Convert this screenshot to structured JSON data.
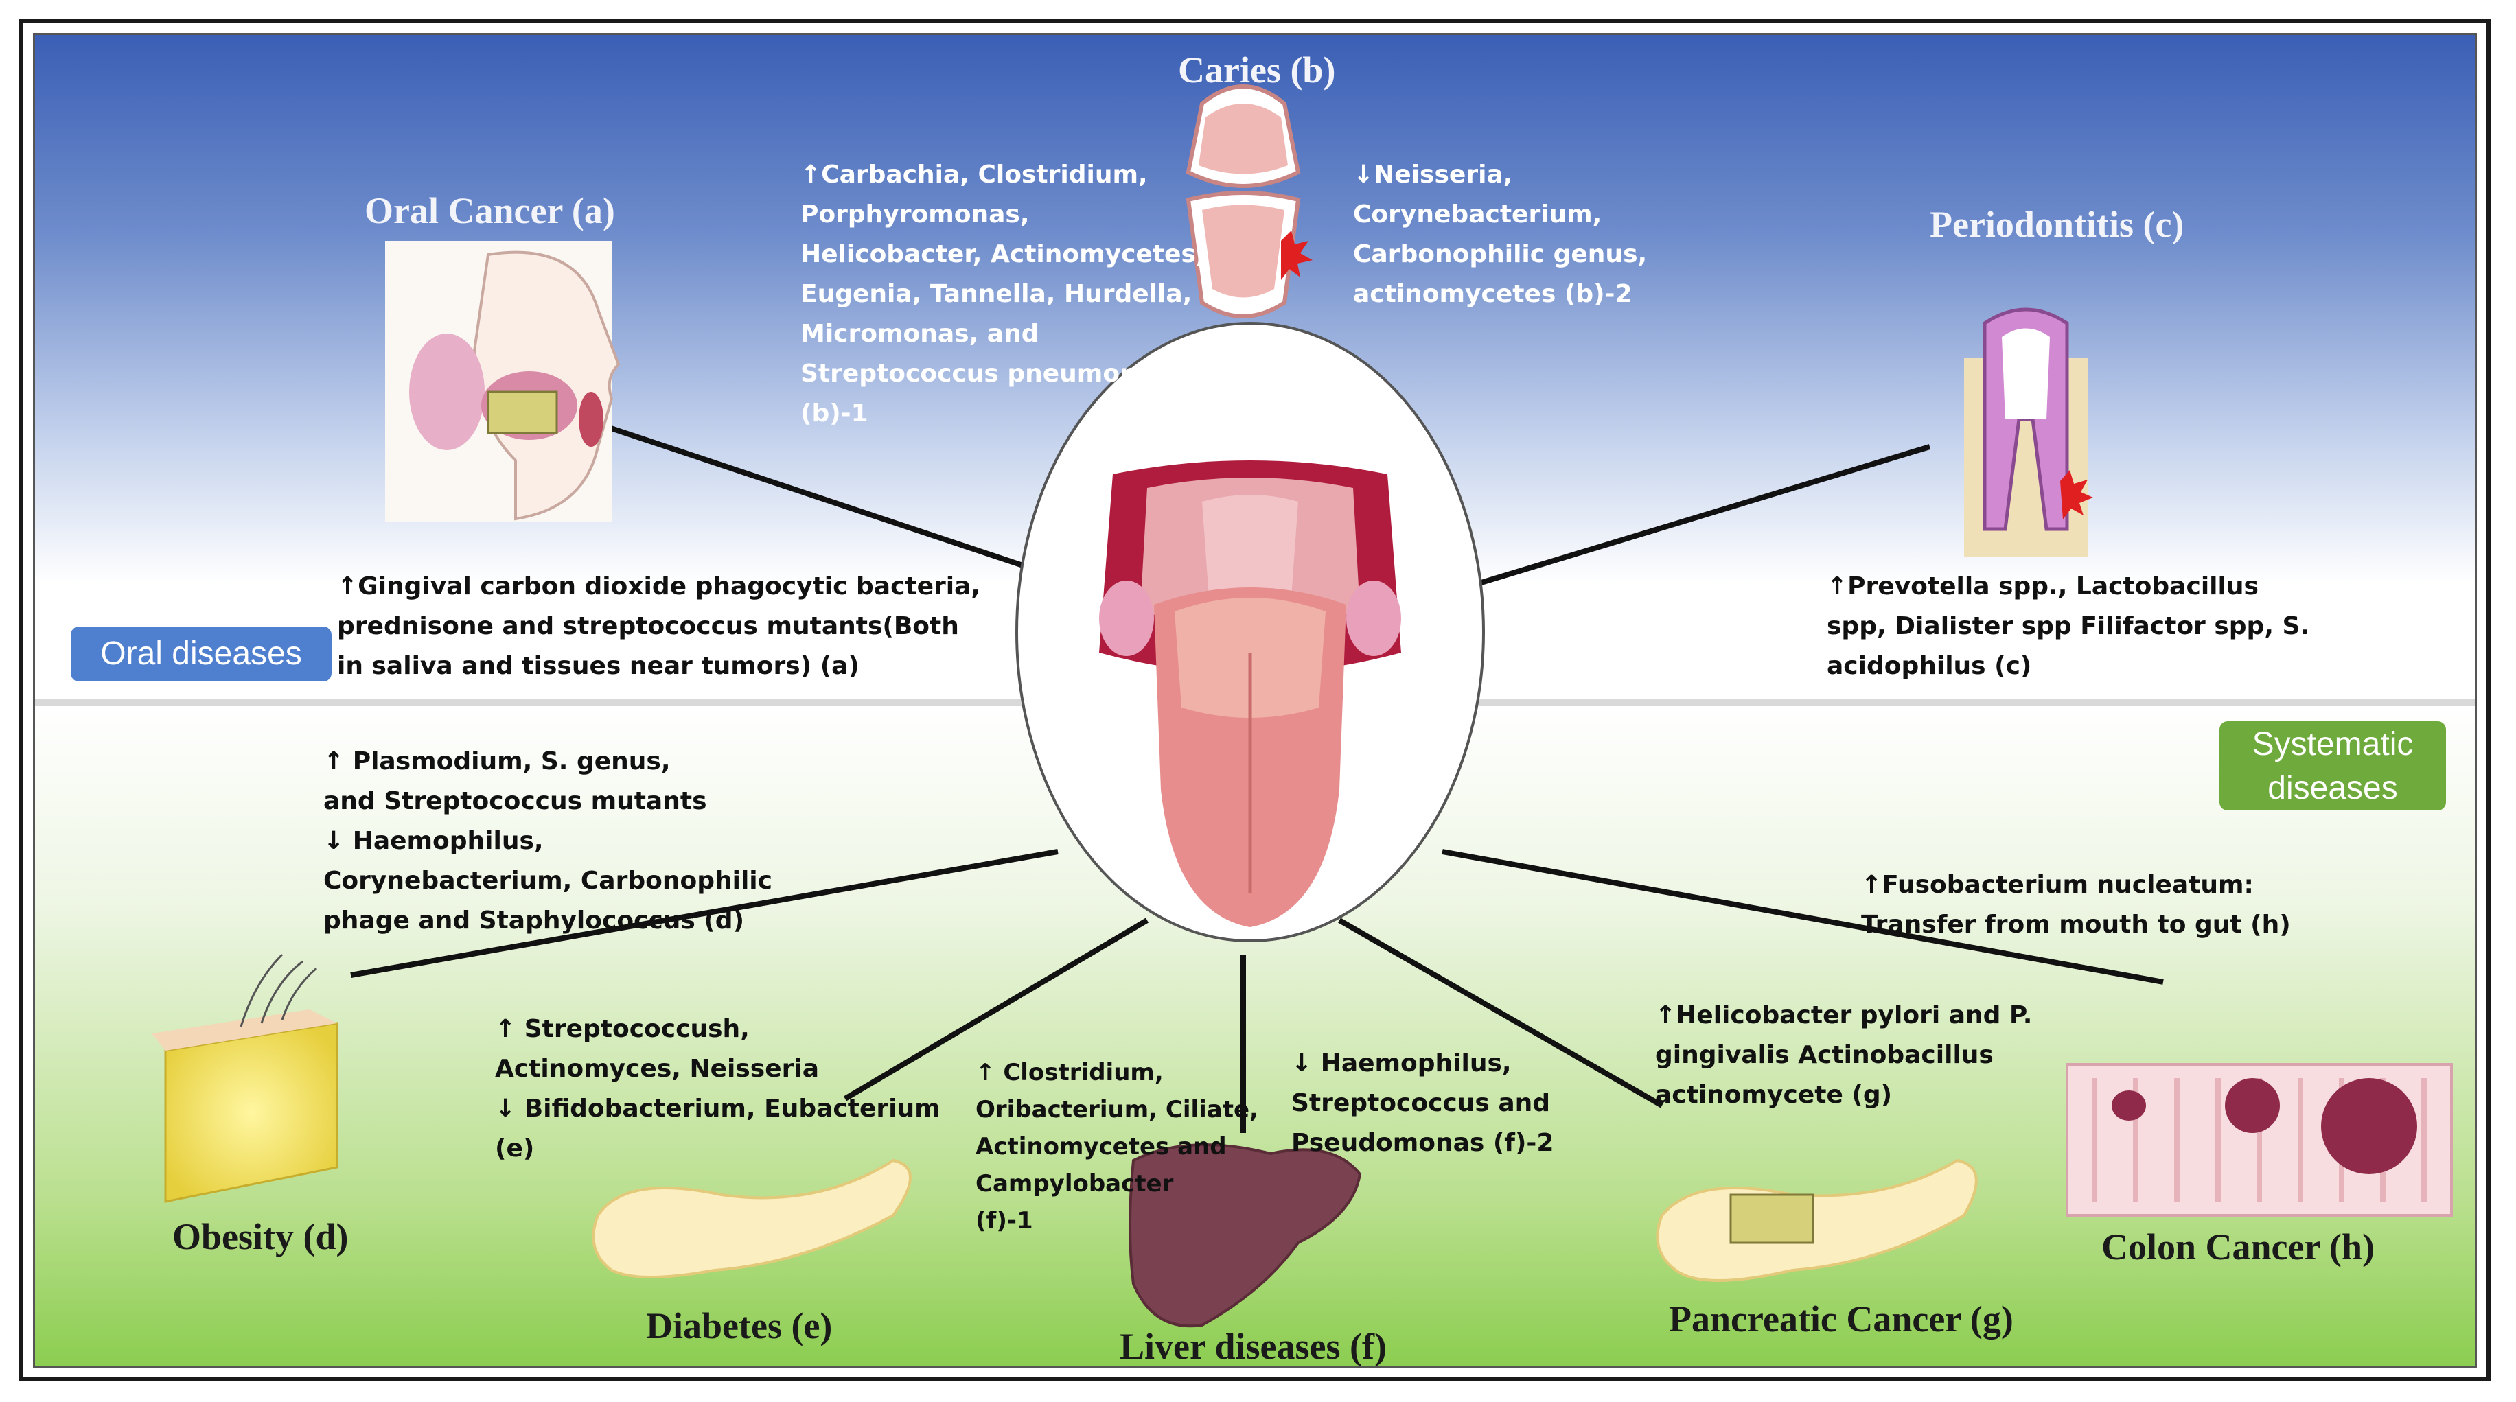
{
  "section_labels": {
    "oral": "Oral diseases",
    "systematic": "Systematic diseases"
  },
  "diseases": {
    "caries": {
      "title": "Caries (b)",
      "up_text": "↑Carbachia, Clostridium,\nPorphyromonas,\nHelicobacter, Actinomycetes,\nEugenia, Tannella, Hurdella,\nMicromonas, and\nStreptococcus pneumoniae\n(b)-1",
      "down_text": "↓Neisseria,\nCorynebacterium,\nCarbonophilic genus,\nactinomycetes (b)-2"
    },
    "oral_cancer": {
      "title": "Oral Cancer (a)",
      "text": "↑Gingival carbon dioxide phagocytic bacteria,\nprednisone and streptococcus mutants(Both\nin saliva and tissues near tumors) (a)"
    },
    "periodontitis": {
      "title": "Periodontitis  (c)",
      "text": "↑Prevotella spp., Lactobacillus\nspp, Dialister spp  Filifactor spp, S.\nacidophilus (c)"
    },
    "obesity": {
      "title": "Obesity (d)",
      "text": "↑ Plasmodium, S. genus,\nand Streptococcus mutants\n↓  Haemophilus,\nCorynebacterium, Carbonophilic\nphage and Staphylococcus (d)"
    },
    "diabetes": {
      "title": "Diabetes (e)",
      "text": "↑ Streptococcush,\nActinomyces, Neisseria\n↓ Bifidobacterium, Eubacterium\n(e)"
    },
    "liver": {
      "title": "Liver diseases (f)",
      "text1": "↑ Clostridium,\nOribacterium, Ciliate,\nActinomycetes and\nCampylobacter\n(f)-1",
      "text2": "↓ Haemophilus,\nStreptococcus and\nPseudomonas (f)-2"
    },
    "pancreatic": {
      "title": "Pancreatic Cancer (g)",
      "text": "↑Helicobacter pylori and P.\ngingivalis Actinobacillus\nactinomycete  (g)"
    },
    "colon": {
      "title": "Colon Cancer (h)",
      "text": "↑Fusobacterium nucleatum:\nTransfer from mouth to gut (h)"
    }
  },
  "icons": [
    "tongue-icon",
    "face-icon",
    "teeth-icon",
    "tooth-icon",
    "skin-tissue-icon",
    "pancreas-icon",
    "liver-icon",
    "colon-icon"
  ],
  "colors": {
    "oral_tag": "#4f7fcf",
    "systematic_tag": "#6faa3c",
    "top_gradient": "#3b5fb5",
    "bottom_gradient": "#8bcd4f"
  }
}
